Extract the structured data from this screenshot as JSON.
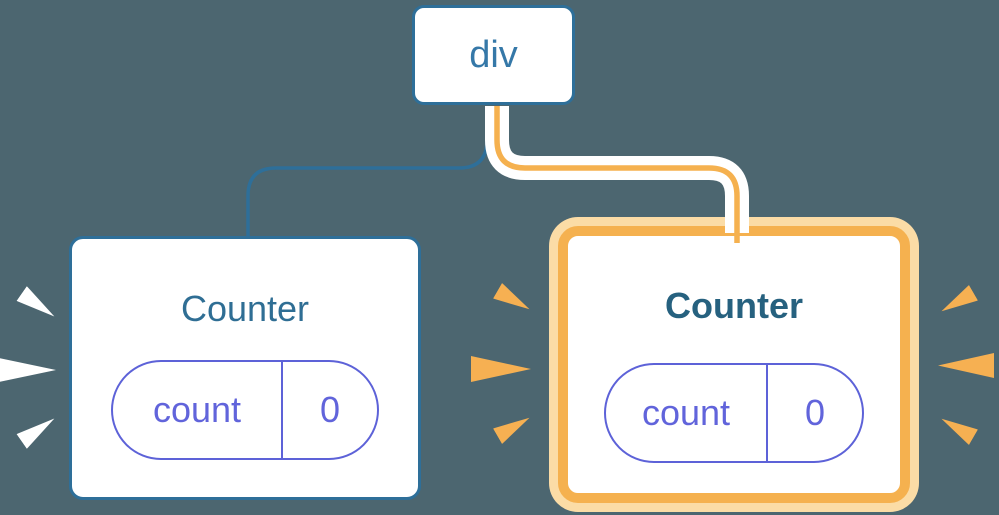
{
  "diagram": {
    "root": {
      "label": "div"
    },
    "children": [
      {
        "title": "Counter",
        "state": {
          "key": "count",
          "value": "0"
        },
        "highlighted": false
      },
      {
        "title": "Counter",
        "state": {
          "key": "count",
          "value": "0"
        },
        "highlighted": true
      }
    ]
  },
  "colors": {
    "bg": "#4C6670",
    "stroke-blue": "#2E6F99",
    "text-blue": "#3578A8",
    "title-left": "#2F6E94",
    "title-right": "#26617F",
    "purple": "#5D62D8",
    "purple-text": "#6164DB",
    "orange": "#F5B14F",
    "orange-pale": "#FBDCA6",
    "sparkle": "#F6B052"
  }
}
